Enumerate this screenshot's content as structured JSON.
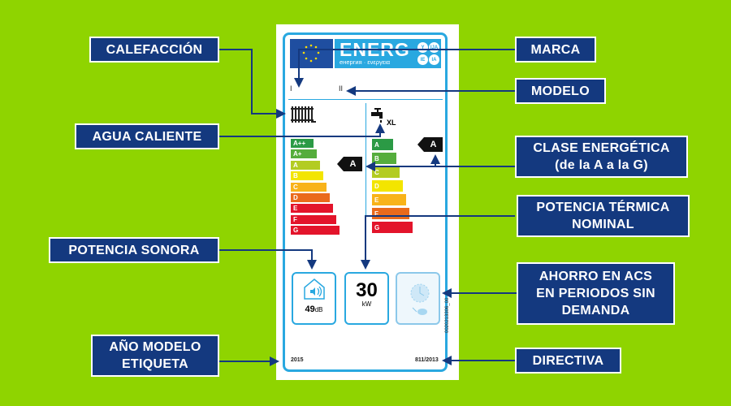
{
  "callouts": {
    "calefaccion": "CALEFACCIÓN",
    "marca": "MARCA",
    "modelo": "MODELO",
    "agua": "AGUA CALIENTE",
    "clase_1": "CLASE ENERGÉTICA",
    "clase_2": "(de la A a la G)",
    "potencia_termica_1": "POTENCIA TÉRMICA",
    "potencia_termica_2": "NOMINAL",
    "sonora": "POTENCIA SONORA",
    "ahorro_1": "AHORRO EN ACS",
    "ahorro_2": "EN PERIODOS SIN",
    "ahorro_3": "DEMANDA",
    "anio_1": "AÑO MODELO",
    "anio_2": "ETIQUETA",
    "directiva": "DIRECTIVA"
  },
  "label": {
    "energ": "ENERG",
    "energ_sub": "енергия · ενεργεια",
    "circles": [
      "Y",
      "IJA",
      "IE",
      "IA"
    ],
    "model_1": "I",
    "model_2": "II",
    "water_size": "XL",
    "heating_scale": [
      "A++",
      "A+",
      "A",
      "B",
      "C",
      "D",
      "E",
      "F",
      "G"
    ],
    "water_scale": [
      "A",
      "B",
      "C",
      "D",
      "E",
      "F",
      "G"
    ],
    "heating_rating": "A",
    "water_rating": "A",
    "sound_value": "49",
    "sound_unit": "dB",
    "power_value": "30",
    "power_unit": "kW",
    "year": "2015",
    "regulation": "811/2013",
    "code": "0020213306_00"
  },
  "colors": {
    "background": "#8fd400",
    "callout": "#14397f",
    "accent": "#29a8e0"
  }
}
